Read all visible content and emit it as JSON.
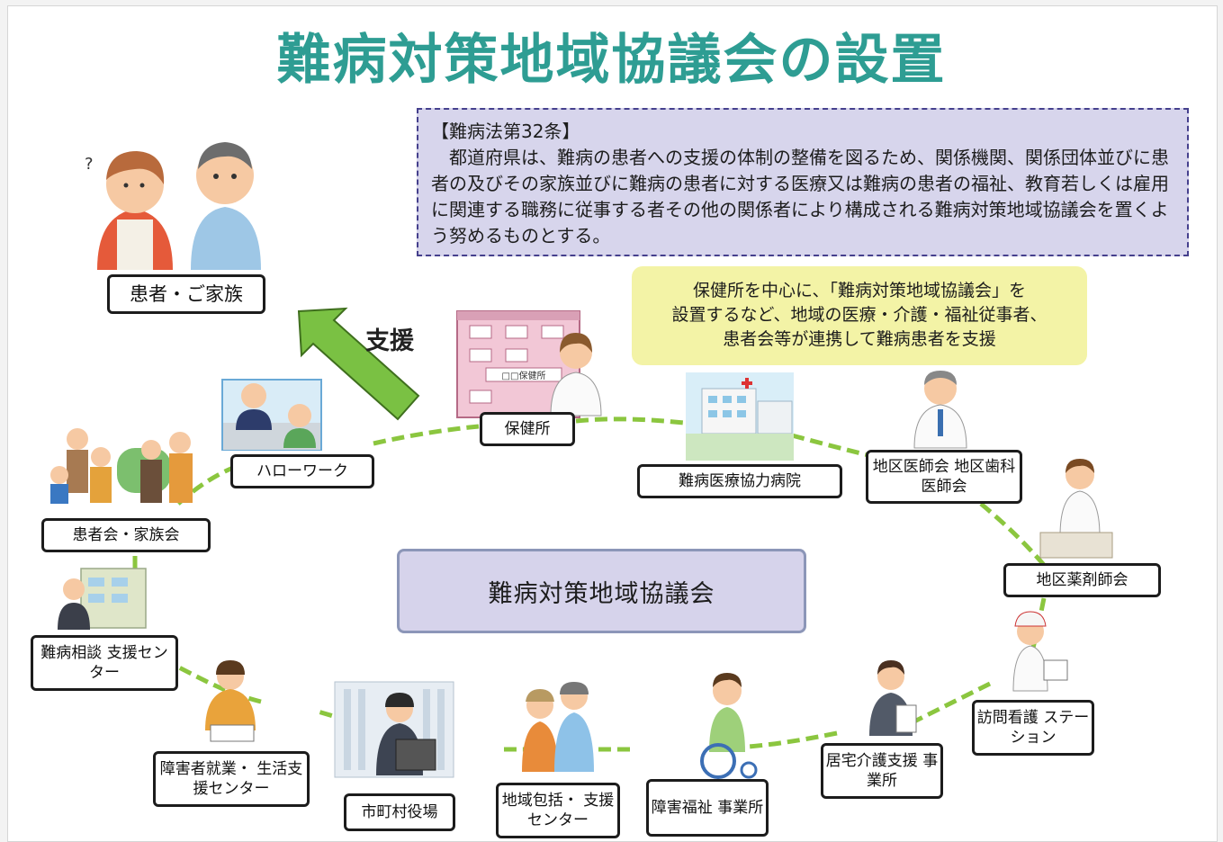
{
  "title": "難病対策地域協議会の設置",
  "law": {
    "heading": "【難病法第32条】",
    "body": "都道府県は、難病の患者への支援の体制の整備を図るため、関係機関、関係団体並びに患者の及びその家族並びに難病の患者に対する医療又は難病の患者の福祉、教育若しくは雇用に関連する職務に従事する者その他の関係者により構成される難病対策地域協議会を置くよう努めるものとする。"
  },
  "callout": {
    "line1": "保健所を中心に、「難病対策地域協議会」を",
    "line2": "設置するなど、地域の医療・介護・福祉従事者、",
    "line3": "患者会等が連携して難病患者を支援"
  },
  "support_label": "支援",
  "council_label": "難病対策地域協議会",
  "patient_box": "患者・ご家族",
  "question_mark": "?",
  "nodes": {
    "hokenjo": "保健所",
    "hellowork": "ハローワーク",
    "patients_assoc": "患者会・家族会",
    "hospital": "難病医療協力病院",
    "medical_assoc_1": "地区医師会",
    "medical_assoc_2": "地区歯科医師会",
    "pharmacist": "地区薬剤師会",
    "consult_1": "難病相談",
    "consult_2": "支援センター",
    "nursing_1": "訪問看護",
    "nursing_2": "ステーション",
    "care_1": "居宅介護支援",
    "care_2": "事業所",
    "welfare_1": "障害福祉",
    "welfare_2": "事業所",
    "community_1": "地域包括・",
    "community_2": "支援センター",
    "municipal": "市町村役場",
    "employment_1": "障害者就業・",
    "employment_2": "生活支援センター"
  },
  "building_sign": "□□保健所",
  "colors": {
    "title": "#2e9d93",
    "law_bg": "#d7d5ec",
    "law_border": "#45408d",
    "callout_bg": "#f3f3a6",
    "council_bg": "#d6d3eb",
    "dash": "#8bc63f",
    "arrow": "#7ac143"
  }
}
